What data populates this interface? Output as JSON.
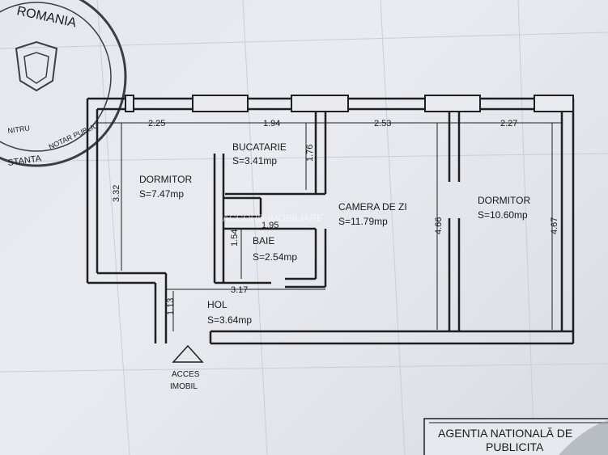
{
  "stamp": {
    "top_text": "ROMANIA",
    "bottom_text_left": "NITRU",
    "bottom_text_mid": "NOTAR PUBLIC",
    "bottom_text_right": "STANTA",
    "side_text": "NOTAR PUBLIC"
  },
  "watermark": "ACCORD IMOBILIARE",
  "rooms": {
    "bedroom1": {
      "name": "DORMITOR",
      "area": "S=7.47mp"
    },
    "kitchen": {
      "name": "BUCATARIE",
      "area": "S=3.41mp"
    },
    "living": {
      "name": "CAMERA DE ZI",
      "area": "S=11.79mp"
    },
    "bedroom2": {
      "name": "DORMITOR",
      "area": "S=10.60mp"
    },
    "bath": {
      "name": "BAIE",
      "area": "S=2.54mp"
    },
    "hall": {
      "name": "HOL",
      "area": "S=3.64mp"
    }
  },
  "dimensions": {
    "top_bed1": "2.25",
    "top_kitchen": "1.94",
    "top_living": "2.53",
    "top_bed2": "2.27",
    "bed1_height": "3.32",
    "kitchen_height": "1.76",
    "bath_width": "1.95",
    "bath_height": "1.54",
    "hall_width": "3.17",
    "hall_height": "1.13",
    "living_height": "4.66",
    "bed2_height": "4.67"
  },
  "entrance": {
    "line1": "ACCES",
    "line2": "IMOBIL"
  },
  "agency": {
    "line1": "AGENTIA NATIONALĂ DE",
    "line2": "PUBLICITA"
  }
}
